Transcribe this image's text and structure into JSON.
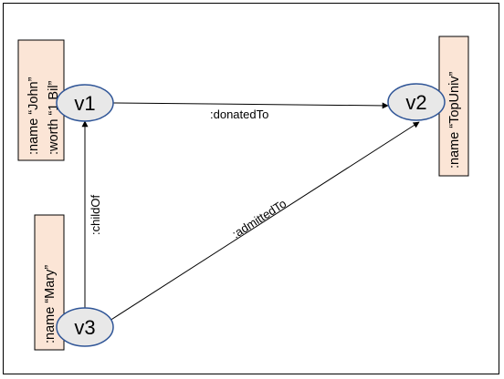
{
  "nodes": {
    "v1": {
      "label": "v1"
    },
    "v2": {
      "label": "v2"
    },
    "v3": {
      "label": "v3"
    }
  },
  "edges": {
    "donated": {
      "label": ":donatedTo"
    },
    "admitted": {
      "label": ":admittedTo"
    },
    "child": {
      "label": ":childOf"
    }
  },
  "properties": {
    "v1": {
      "line1": ":name  “John”",
      "line2": ":worth  “1 Bil”"
    },
    "v2": {
      "line1": ":name  “TopUniv”"
    },
    "v3": {
      "line1": ":name  “Mary”"
    }
  },
  "colors": {
    "node_fill": "#E8E8E8",
    "node_stroke": "#2F5597",
    "prop_fill": "#FBE5D6",
    "prop_stroke": "#000000"
  }
}
